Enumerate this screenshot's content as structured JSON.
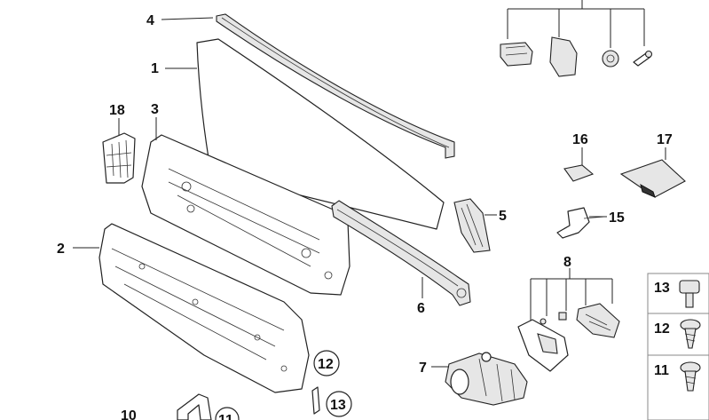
{
  "callouts": {
    "c1": "1",
    "c2": "2",
    "c3": "3",
    "c4": "4",
    "c5": "5",
    "c6": "6",
    "c7": "7",
    "c8": "8",
    "c10": "10",
    "c11": "11",
    "c12": "12",
    "c13": "13",
    "c15": "15",
    "c16": "16",
    "c17": "17",
    "c18": "18"
  },
  "legend": {
    "r13": "13",
    "r12": "12",
    "r11": "11"
  }
}
